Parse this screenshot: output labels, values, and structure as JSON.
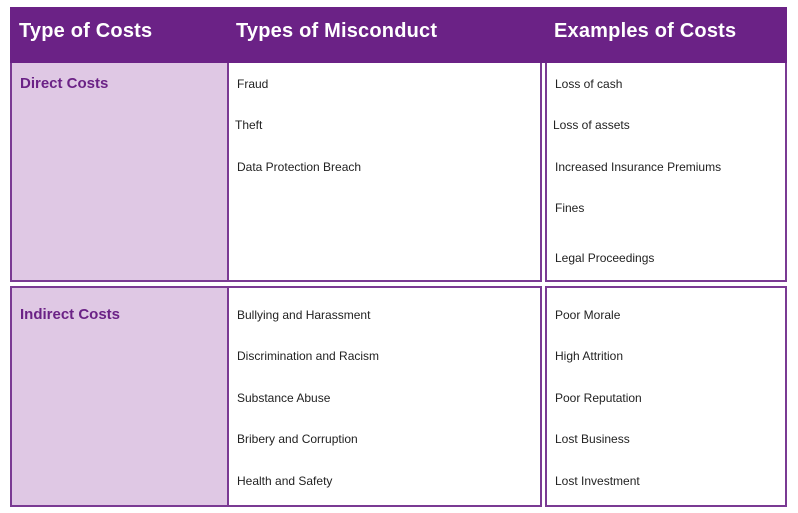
{
  "header": {
    "col1": "Type of Costs",
    "col2": "Types of Misconduct",
    "col3": "Examples of Costs"
  },
  "sections": [
    {
      "category": "Direct Costs",
      "misconduct": [
        "Fraud",
        "Theft",
        "Data Protection Breach"
      ],
      "examples": [
        "Loss of cash",
        "Loss of assets",
        "Increased Insurance Premiums",
        "Fines",
        "Legal Proceedings"
      ]
    },
    {
      "category": "Indirect Costs",
      "misconduct": [
        "Bullying and Harassment",
        "Discrimination and Racism",
        "Substance Abuse",
        "Bribery and Corruption",
        "Health and Safety"
      ],
      "examples": [
        "Poor Morale",
        "High Attrition",
        "Poor Reputation",
        "Lost Business",
        "Lost Investment"
      ]
    }
  ],
  "colors": {
    "header_bg": "#6b2286",
    "category_bg": "#dfc8e4",
    "category_text": "#6b2286",
    "border": "#7a3a93"
  }
}
